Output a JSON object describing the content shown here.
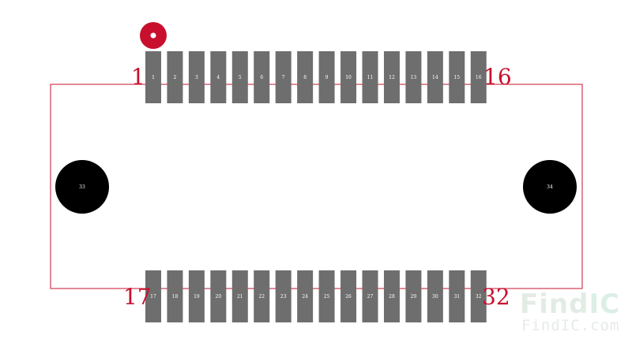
{
  "footprint": {
    "top_row": {
      "pins": [
        "1",
        "2",
        "3",
        "4",
        "5",
        "6",
        "7",
        "8",
        "9",
        "10",
        "11",
        "12",
        "13",
        "14",
        "15",
        "16"
      ],
      "first_label": "1",
      "last_label": "16"
    },
    "bottom_row": {
      "pins": [
        "17",
        "18",
        "19",
        "20",
        "21",
        "22",
        "23",
        "24",
        "25",
        "26",
        "27",
        "28",
        "29",
        "30",
        "31",
        "32"
      ],
      "first_label": "17",
      "last_label": "32"
    },
    "mount_holes": [
      "33",
      "34"
    ],
    "colors": {
      "pad": "#6e6e6e",
      "hole": "#000000",
      "outline": "#c8102e",
      "pin1_marker": "#c8102e",
      "pin_text": "#ffffff"
    }
  },
  "watermark": {
    "logo_main": "Find",
    "logo_highlight": "IC",
    "url": "FindIC.com"
  }
}
